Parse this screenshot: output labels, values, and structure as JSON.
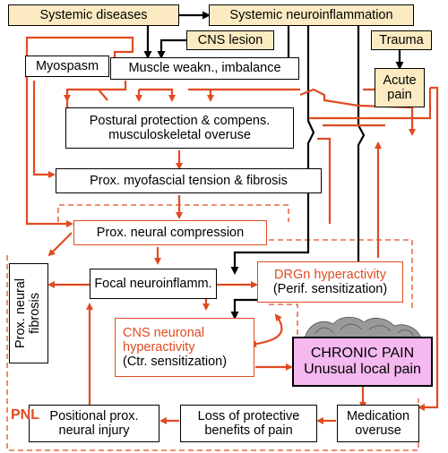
{
  "nodes": {
    "systemic_diseases": "Systemic diseases",
    "systemic_neuroinflammation": "Systemic neuroinflammation",
    "cns_lesion": "CNS lesion",
    "trauma": "Trauma",
    "myospasm": "Myospasm",
    "muscle_weakness": "Muscle weakn., imbalance",
    "acute_pain_l1": "Acute",
    "acute_pain_l2": "pain",
    "postural_l1": "Postural protection & compens.",
    "postural_l2": "musculoskeletal overuse",
    "myofascial": "Prox. myofascial tension & fibrosis",
    "neural_compression": "Prox. neural compression",
    "neural_fibrosis_l1": "Prox. neural",
    "neural_fibrosis_l2": "fibrosis",
    "focal_neuroinflamm": "Focal neuroinflamm.",
    "drgn_l1": "DRGn hyperactivity",
    "drgn_l2": "(Perif. sensitization)",
    "cns_neuronal_l1": "CNS neuronal",
    "cns_neuronal_l2": "hyperactivity",
    "cns_neuronal_l3": "(Ctr. sensitization)",
    "chronic_pain_l1": "CHRONIC PAIN",
    "chronic_pain_l2": "Unusual local pain",
    "positional_l1": "Positional prox.",
    "positional_l2": "neural injury",
    "loss_protective_l1": "Loss of protective",
    "loss_protective_l2": "benefits of pain",
    "medication_l1": "Medication",
    "medication_l2": "overuse"
  },
  "pnl_label": "PNL",
  "colors": {
    "red": "#e04b21",
    "tan": "#fcebc2",
    "pink": "#f5b8ef",
    "black": "#000000"
  }
}
